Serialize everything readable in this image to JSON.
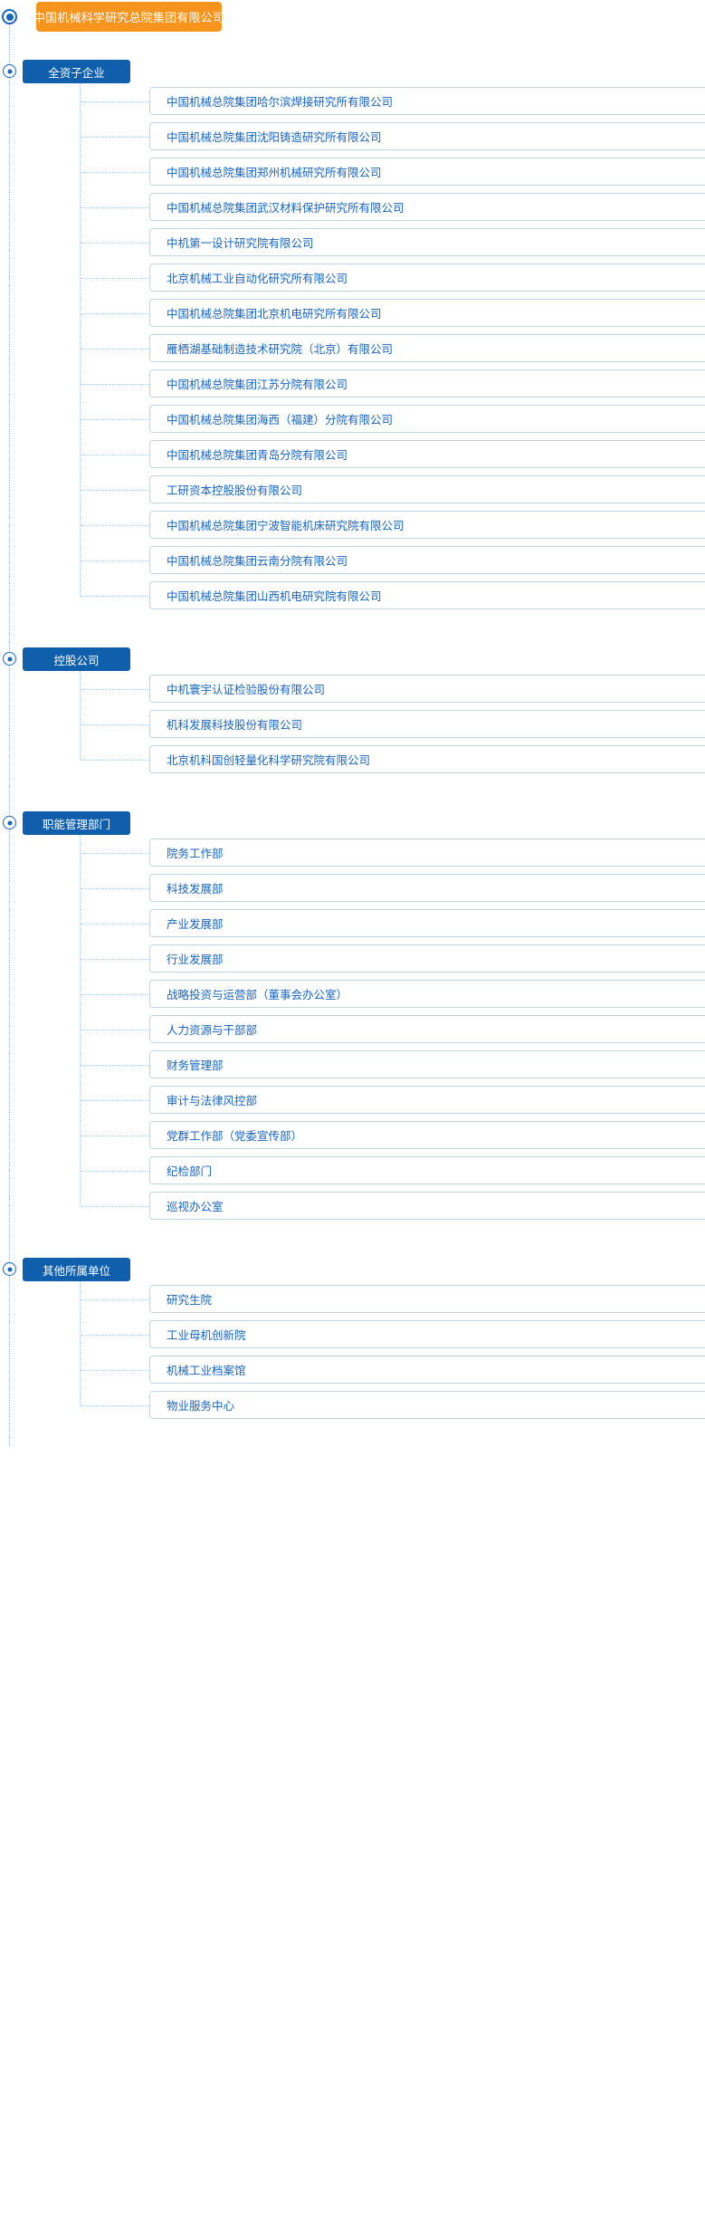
{
  "root": {
    "label": "中国机械科学研究总院集团有限公司",
    "color": "#f7941d"
  },
  "theme": {
    "group_header_color": "#0f5fad",
    "item_text_color": "#1565c0",
    "item_border_color": "#bed6ea",
    "line_color": "#a9c9e6"
  },
  "groups": [
    {
      "label": "全资子企业",
      "items": [
        "中国机械总院集团哈尔滨焊接研究所有限公司",
        "中国机械总院集团沈阳铸造研究所有限公司",
        "中国机械总院集团郑州机械研究所有限公司",
        "中国机械总院集团武汉材料保护研究所有限公司",
        "中机第一设计研究院有限公司",
        "北京机械工业自动化研究所有限公司",
        "中国机械总院集团北京机电研究所有限公司",
        "雁栖湖基础制造技术研究院（北京）有限公司",
        "中国机械总院集团江苏分院有限公司",
        "中国机械总院集团海西（福建）分院有限公司",
        "中国机械总院集团青岛分院有限公司",
        "工研资本控股股份有限公司",
        "中国机械总院集团宁波智能机床研究院有限公司",
        "中国机械总院集团云南分院有限公司",
        "中国机械总院集团山西机电研究院有限公司"
      ]
    },
    {
      "label": "控股公司",
      "items": [
        "中机寰宇认证检验股份有限公司",
        "机科发展科技股份有限公司",
        "北京机科国创轻量化科学研究院有限公司"
      ]
    },
    {
      "label": "职能管理部门",
      "items": [
        "院务工作部",
        "科技发展部",
        "产业发展部",
        "行业发展部",
        "战略投资与运营部（董事会办公室）",
        "人力资源与干部部",
        "财务管理部",
        "审计与法律风控部",
        "党群工作部（党委宣传部）",
        "纪检部门",
        "巡视办公室"
      ]
    },
    {
      "label": "其他所属单位",
      "items": [
        "研究生院",
        "工业母机创新院",
        "机械工业档案馆",
        "物业服务中心"
      ]
    }
  ]
}
